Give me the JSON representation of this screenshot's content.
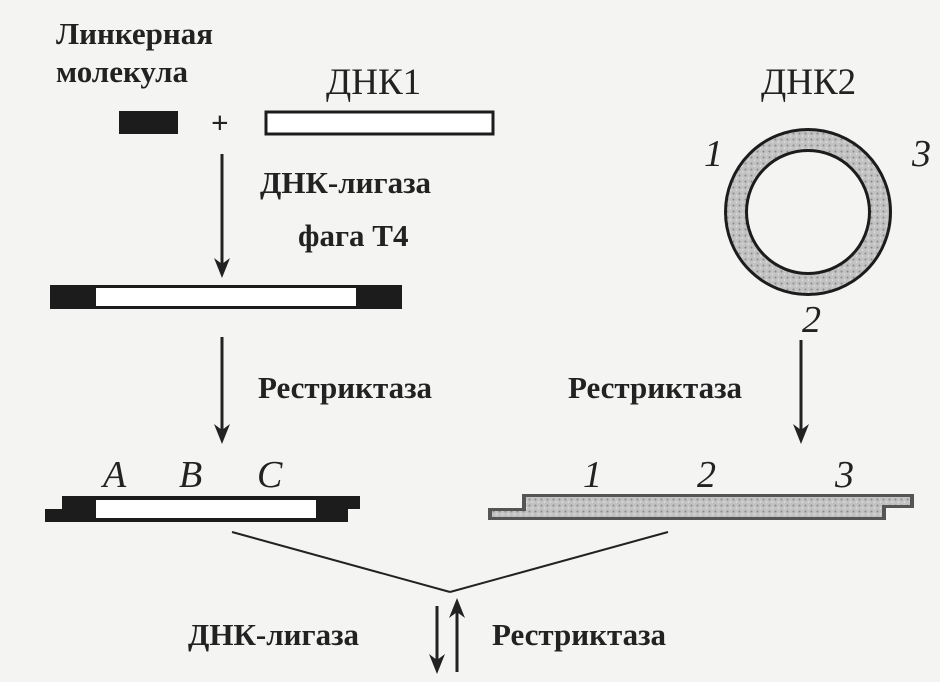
{
  "labels": {
    "linker_line1": "Линкерная",
    "linker_line2": "молекула",
    "plus": "+",
    "dna1": "ДНК1",
    "dna2": "ДНК2",
    "ligase_line1": "ДНК-лигаза",
    "ligase_line2": "фага Т4",
    "restrictase_left": "Рестриктаза",
    "restrictase_right": "Рестриктаза",
    "ends": [
      "A",
      "B",
      "C"
    ],
    "ring_sites": [
      "1",
      "2",
      "3"
    ],
    "linear_sites": [
      "1",
      "2",
      "3"
    ],
    "bottom_ligase": "ДНК-лигаза",
    "bottom_restrictase": "Рестриктаза"
  },
  "colors": {
    "dark": "#1c1c1c",
    "light": "#ffffff",
    "hatched": "#b9b9b9"
  }
}
